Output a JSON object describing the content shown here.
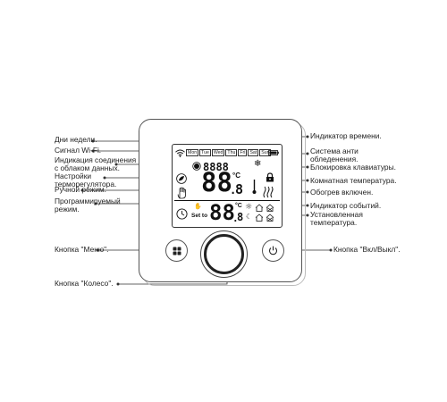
{
  "left_labels": {
    "weekdays": "Дни недели.",
    "wifi": "Сигнал  Wi-Fi.",
    "cloud_line1": "Индикация соединения",
    "cloud_line2": "с облаком данных.",
    "settings_line1": "Настройки",
    "settings_line2": "терморегулятора.",
    "manual": "Ручной режим.",
    "program_line1": "Программируемый",
    "program_line2": "режим.",
    "menu_button": "Кнопка \"Меню\".",
    "wheel": "Кнопка \"Колесо\"."
  },
  "right_labels": {
    "time": "Индикатор времени.",
    "antifreeze_line1": "Система анти",
    "antifreeze_line2": "обледенения.",
    "keylock": "Блокировка клавиатуры.",
    "room_temp": "Комнатная температура.",
    "heating": "Обогрев включен.",
    "events": "Индикатор событий.",
    "set_temp_line1": "Установленная",
    "set_temp_line2": "температура.",
    "power_button": "Кнопка \"Вкл/Выкл\"."
  },
  "display": {
    "days": [
      "Mon",
      "Tue",
      "Wed",
      "Thu",
      "Fri",
      "Sat",
      "Sun"
    ],
    "clock": "8888",
    "room_int": "88",
    "room_frac": "8",
    "set_int": "88",
    "set_frac": "8",
    "unit": "°C",
    "set_to": "Set to"
  },
  "icons": {
    "wifi": "wifi-icon",
    "cloud": "cloud-dot-icon",
    "settings": "leaf-icon",
    "manual": "hand-icon",
    "program": "clock-icon",
    "antifreeze": "snowflake-icon",
    "keylock": "lock-icon",
    "heating": "heat-waves-icon",
    "battery": "battery-icon",
    "menu": "grid-icon",
    "power": "power-icon"
  },
  "colors": {
    "line": "#333333",
    "device": "#555555"
  }
}
